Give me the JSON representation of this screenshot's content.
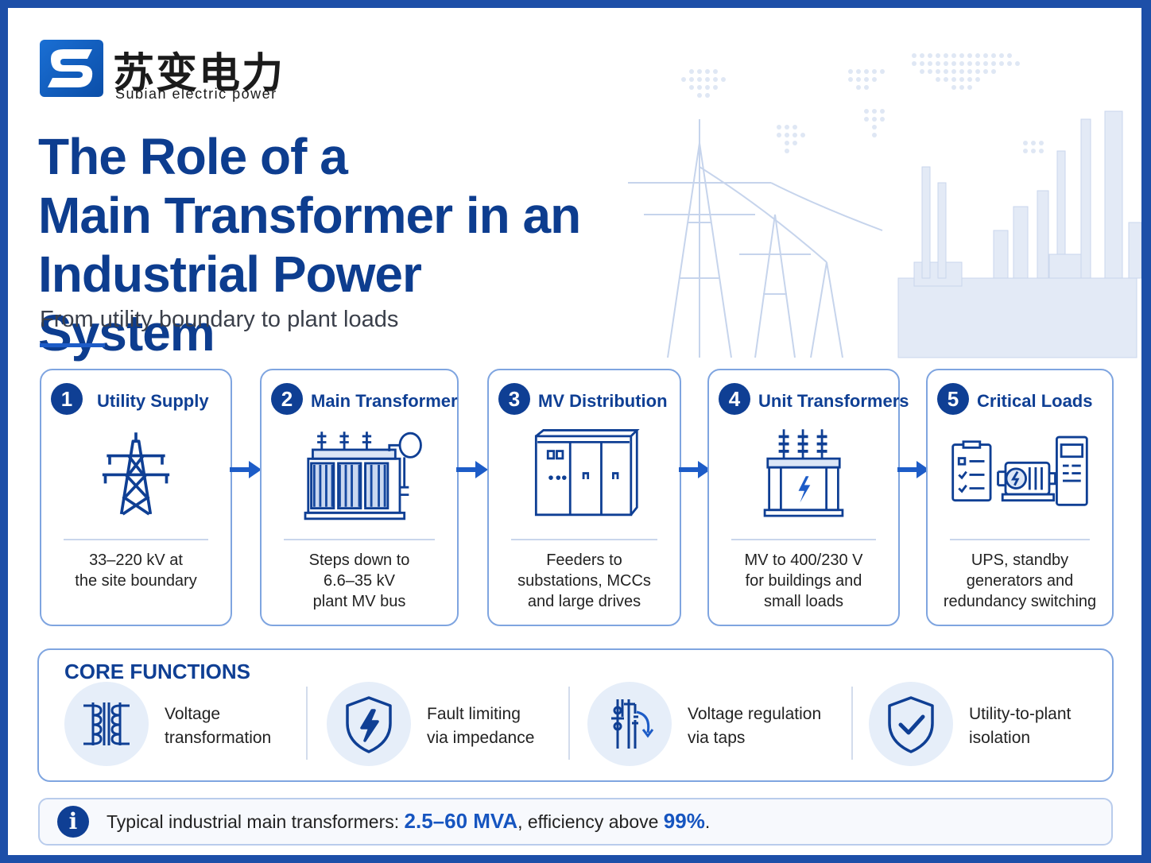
{
  "brand": {
    "name_cn": "苏变电力",
    "name_en": "Subian electric power"
  },
  "title_lines": [
    "The Role of a",
    "Main Transformer in an",
    "Industrial Power System"
  ],
  "subtitle": "From utility boundary to plant loads",
  "steps": [
    {
      "number": "1",
      "title": "Utility Supply",
      "icon": "transmission-tower-icon",
      "desc": [
        "33–220 kV at",
        "the site boundary"
      ]
    },
    {
      "number": "2",
      "title": "Main Transformer",
      "icon": "power-transformer-icon",
      "desc": [
        "Steps down to",
        "6.6–35 kV",
        "plant MV bus"
      ]
    },
    {
      "number": "3",
      "title": "MV Distribution",
      "icon": "switchgear-icon",
      "desc": [
        "Feeders to",
        "substations, MCCs",
        "and large drives"
      ]
    },
    {
      "number": "4",
      "title": "Unit Transformers",
      "icon": "unit-transformer-icon",
      "desc": [
        "MV to 400/230 V",
        "for buildings and",
        "small loads"
      ]
    },
    {
      "number": "5",
      "title": "Critical Loads",
      "icon": "critical-loads-icon",
      "desc": [
        "UPS, standby",
        "generators and",
        "redundancy switching"
      ]
    }
  ],
  "core": {
    "title": "CORE FUNCTIONS",
    "items": [
      {
        "icon": "coil-icon",
        "lines": [
          "Voltage",
          "transformation"
        ]
      },
      {
        "icon": "shield-bolt-icon",
        "lines": [
          "Fault limiting",
          "via impedance"
        ]
      },
      {
        "icon": "tap-changer-icon",
        "lines": [
          "Voltage regulation",
          "via taps"
        ]
      },
      {
        "icon": "shield-check-icon",
        "lines": [
          "Utility-to-plant",
          "isolation"
        ]
      }
    ]
  },
  "info": {
    "icon": "info-icon",
    "icon_glyph": "i",
    "prefix": "Typical industrial main transformers: ",
    "rating": "2.5–60 MVA",
    "middle": ", efficiency above ",
    "efficiency": "99%",
    "suffix": "."
  },
  "colors": {
    "primary": "#0f3f94",
    "accent": "#1d5cc7",
    "border": "#7fa5e0"
  }
}
